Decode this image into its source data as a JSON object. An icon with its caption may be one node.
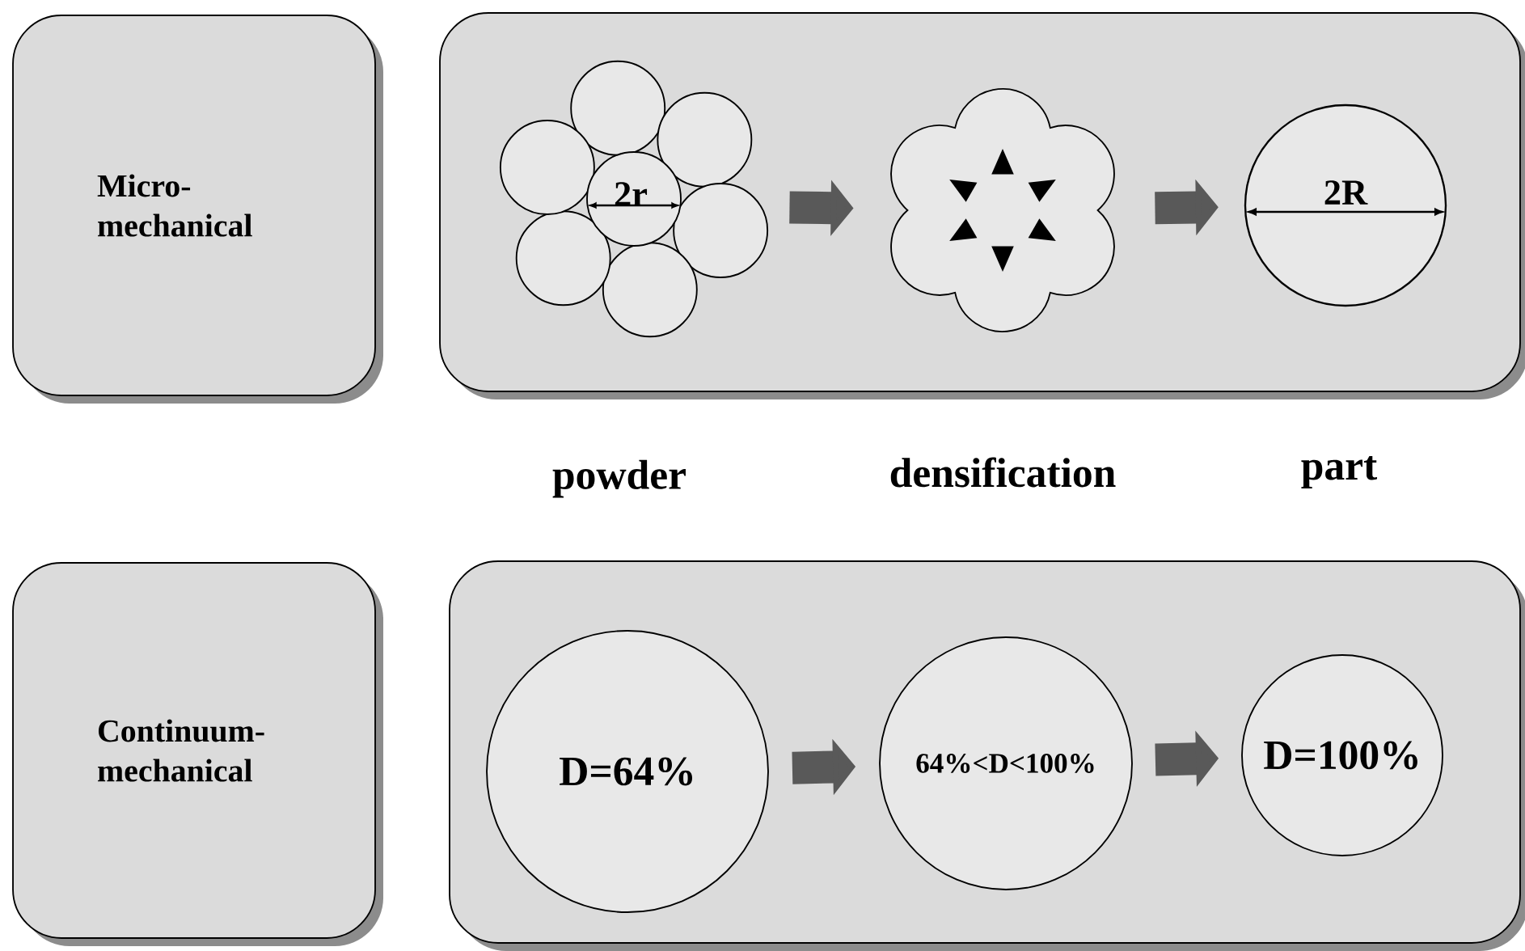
{
  "diagram": {
    "nodes": [
      {
        "text": [
          "Micro- mechanical"
        ]
      },
      {
        "text": [],
        "shape": "box"
      },
      {
        "text": [
          "2r"
        ],
        "in": 1
      },
      {
        "text": [],
        "shape": "picture",
        "in": 1
      },
      {
        "text": [
          "2R"
        ],
        "in": 1
      },
      {
        "text": [
          "Continuum- mechanical"
        ]
      },
      {
        "text": [],
        "shape": "box"
      },
      {
        "text": [
          "D=64%"
        ],
        "in": 6
      },
      {
        "text": [
          "64%<D<100%"
        ],
        "in": 6
      },
      {
        "text": [
          "D=100%"
        ],
        "in": 6
      }
    ],
    "edges": [
      {
        "from": 2,
        "to": 3,
        "arrow": "to"
      },
      {
        "from": 3,
        "to": 4,
        "arrow": "to"
      },
      {
        "from": 7,
        "to": 8,
        "arrow": "to"
      },
      {
        "from": 8,
        "to": 9,
        "arrow": "to"
      }
    ],
    "labels": [
      "powder",
      "densification",
      "part"
    ]
  }
}
